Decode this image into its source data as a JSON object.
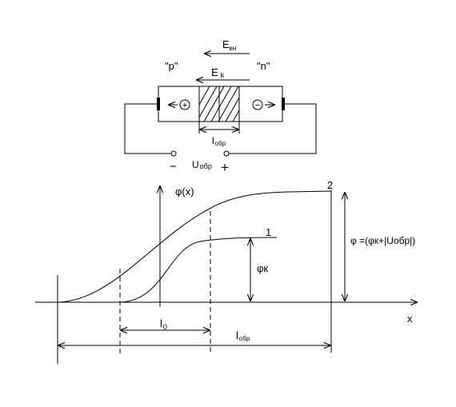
{
  "junction": {
    "e_ext": {
      "main": "E",
      "sub": "вн"
    },
    "e_k": {
      "main": "E",
      "sub": "k"
    },
    "p_label": "\"р\"",
    "n_label": "\"n\"",
    "plus_sign": "+",
    "minus_sign": "−",
    "minus_terminal": "−",
    "plus_terminal": "+",
    "width_label": {
      "main": "l",
      "sub": "обр"
    },
    "voltage_label": {
      "main": "U",
      "sub": "обр"
    }
  },
  "graph": {
    "phi_x": "φ(x)",
    "phi_k": "φк",
    "phi_total": "φ =(φк+|Uобр|)",
    "curve1_label": "1",
    "curve2_label": "2",
    "x_axis": "x",
    "l0_label": {
      "main": "l",
      "sub": "0"
    },
    "lobr_label": {
      "main": "l",
      "sub": "обр"
    }
  }
}
